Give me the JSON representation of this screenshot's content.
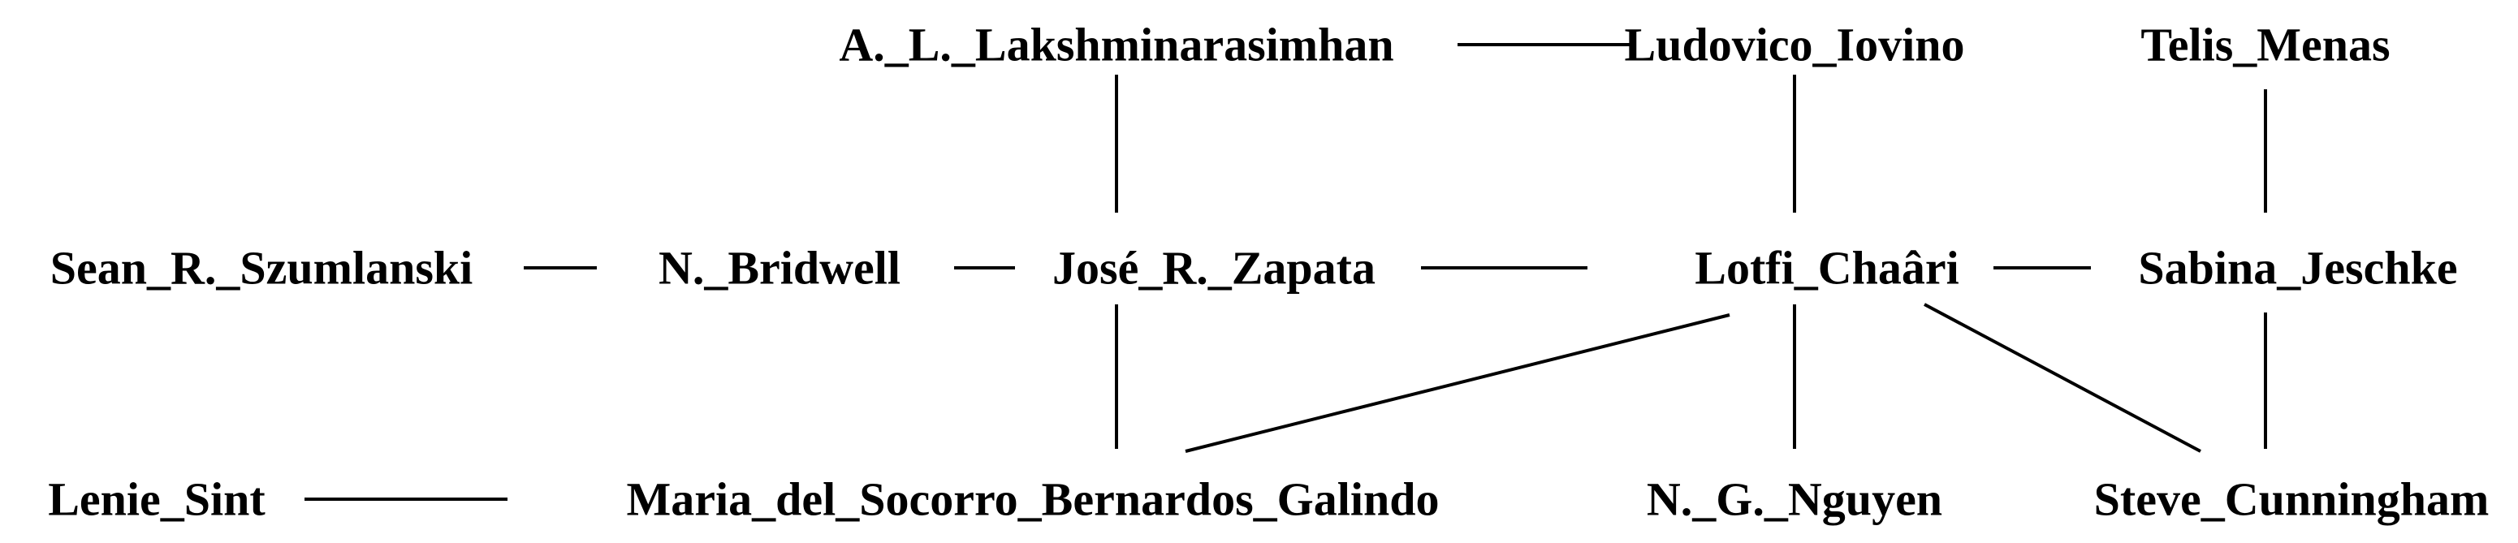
{
  "nodes": [
    {
      "id": "lakshminarasimhan",
      "label": "A._L._Lakshminarasimhan"
    },
    {
      "id": "iovino",
      "label": "Ludovico_Iovino"
    },
    {
      "id": "menas",
      "label": "Telis_Menas"
    },
    {
      "id": "szumlanski",
      "label": "Sean_R._Szumlanski"
    },
    {
      "id": "bridwell",
      "label": "N._Bridwell"
    },
    {
      "id": "zapata",
      "label": "José_R._Zapata"
    },
    {
      "id": "chaari",
      "label": "Lotfi_Chaâri"
    },
    {
      "id": "jeschke",
      "label": "Sabina_Jeschke"
    },
    {
      "id": "sint",
      "label": "Lenie_Sint"
    },
    {
      "id": "galindo",
      "label": "Maria_del_Socorro_Bernardos_Galindo"
    },
    {
      "id": "nguyen",
      "label": "N._G._Nguyen"
    },
    {
      "id": "cunningham",
      "label": "Steve_Cunningham"
    }
  ],
  "edges": [
    {
      "from": "lakshminarasimhan",
      "to": "iovino"
    },
    {
      "from": "lakshminarasimhan",
      "to": "zapata"
    },
    {
      "from": "iovino",
      "to": "chaari"
    },
    {
      "from": "menas",
      "to": "jeschke"
    },
    {
      "from": "szumlanski",
      "to": "bridwell"
    },
    {
      "from": "bridwell",
      "to": "zapata"
    },
    {
      "from": "zapata",
      "to": "chaari"
    },
    {
      "from": "zapata",
      "to": "galindo"
    },
    {
      "from": "chaari",
      "to": "jeschke"
    },
    {
      "from": "chaari",
      "to": "galindo"
    },
    {
      "from": "chaari",
      "to": "nguyen"
    },
    {
      "from": "chaari",
      "to": "cunningham"
    },
    {
      "from": "jeschke",
      "to": "cunningham"
    },
    {
      "from": "sint",
      "to": "galindo"
    }
  ]
}
